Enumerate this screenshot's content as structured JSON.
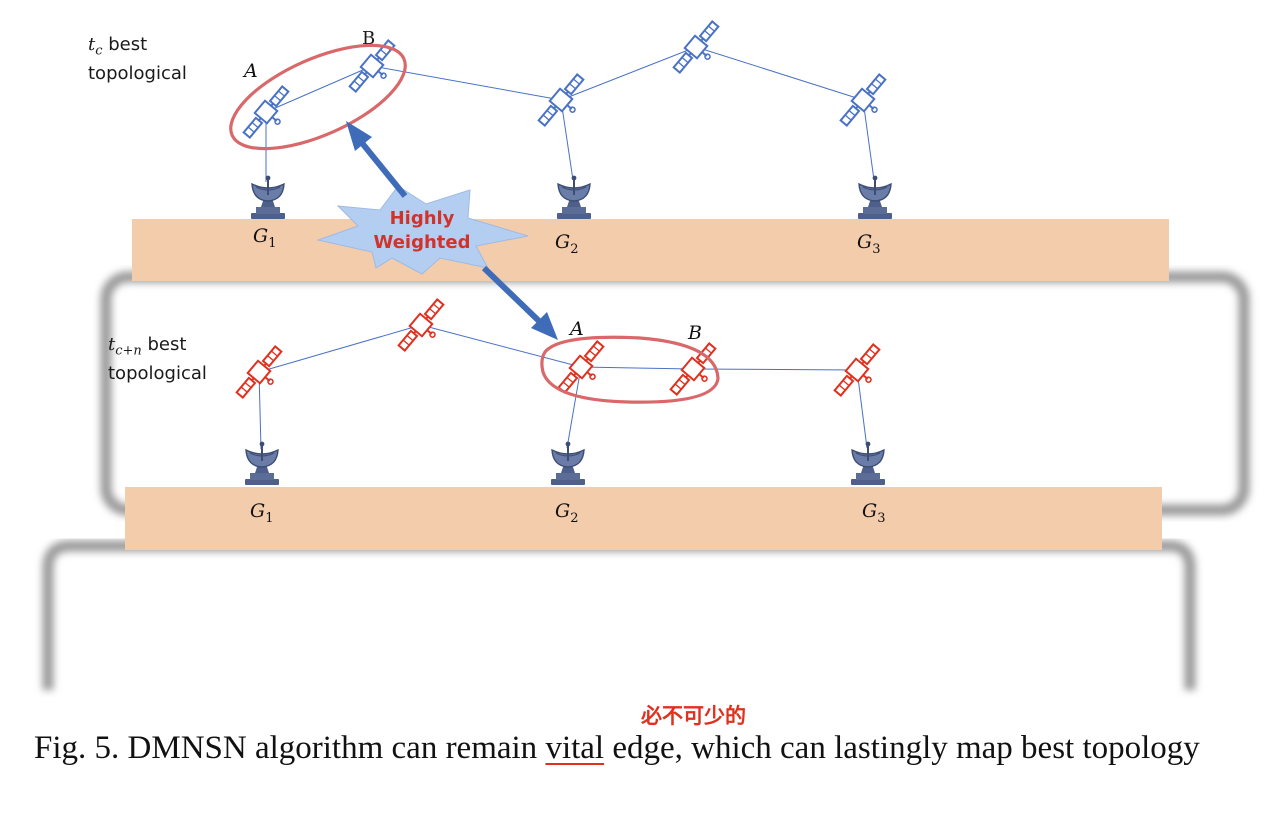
{
  "panel_top": {
    "time_label_t": "t",
    "time_label_sub": "c",
    "time_label_rest": " best",
    "time_label_line2": "topological",
    "sat_a": "A",
    "sat_b": "B",
    "ground_1": "G",
    "ground_1_sub": "1",
    "ground_2": "G",
    "ground_2_sub": "2",
    "ground_3": "G",
    "ground_3_sub": "3"
  },
  "panel_bottom": {
    "time_label_t": "t",
    "time_label_sub": "c+n",
    "time_label_rest": " best",
    "time_label_line2": "topological",
    "sat_a": "A",
    "sat_b": "B",
    "ground_1": "G",
    "ground_1_sub": "1",
    "ground_2": "G",
    "ground_2_sub": "2",
    "ground_3": "G",
    "ground_3_sub": "3"
  },
  "highlight": {
    "line1": "Highly",
    "line2": "Weighted"
  },
  "annotation": "必不可少的",
  "caption": {
    "part1": "Fig. 5.  DMNSN algorithm can remain ",
    "underlined": "vital",
    "part2": " edge, which can lastingly map best topology"
  },
  "colors": {
    "ground_band": "#f3ccac",
    "sat_blue": "#4a72c4",
    "sat_red": "#e0301e",
    "ellipse": "#d9686a",
    "arrow": "#3e6cb8",
    "star_fill": "#b3cef0",
    "dish": "#4d5f8a"
  }
}
